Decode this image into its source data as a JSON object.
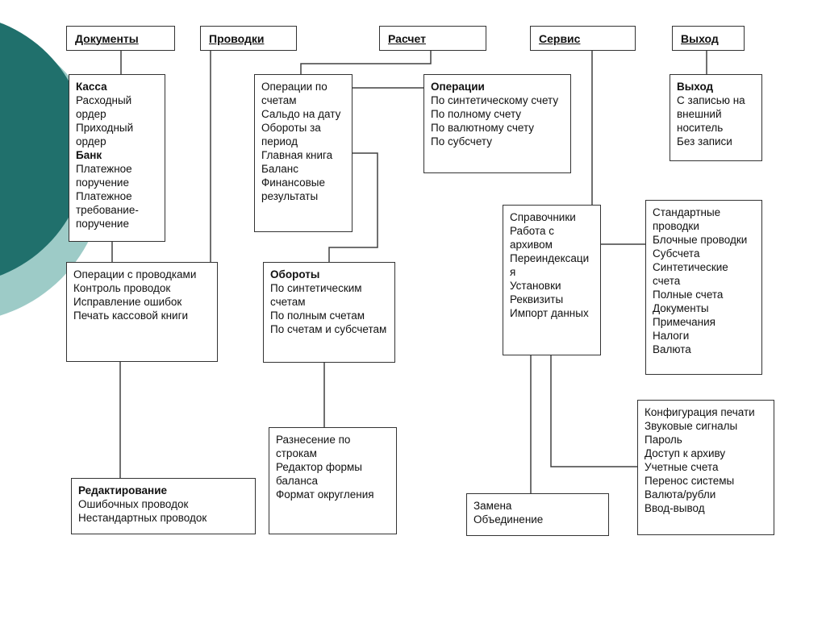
{
  "colors": {
    "circle_dark": "#20706C",
    "circle_light": "#9DCBC7",
    "connector": "#404040",
    "border": "#333333",
    "text": "#111111"
  },
  "menus": [
    {
      "label": "Документы"
    },
    {
      "label": "Проводки"
    },
    {
      "label": "Расчет"
    },
    {
      "label": "Сервис"
    },
    {
      "label": "Выход"
    }
  ],
  "nodes": {
    "kassa": {
      "items": [
        {
          "text": "Касса",
          "bold": true
        },
        {
          "text": "Расходный ордер",
          "bold": false
        },
        {
          "text": "Приходный ордер",
          "bold": false
        },
        {
          "text": "Банк",
          "bold": true
        },
        {
          "text": "Платежное поручение",
          "bold": false
        },
        {
          "text": "Платежное требование-поручение",
          "bold": false
        }
      ]
    },
    "accounts": {
      "items": [
        {
          "text": "Операции по счетам",
          "bold": false
        },
        {
          "text": "Сальдо на дату",
          "bold": false
        },
        {
          "text": "Обороты за период",
          "bold": false
        },
        {
          "text": "Главная книга",
          "bold": false
        },
        {
          "text": "Баланс",
          "bold": false
        },
        {
          "text": "Финансовые результаты",
          "bold": false
        }
      ]
    },
    "operations": {
      "items": [
        {
          "text": "Операции",
          "bold": true
        },
        {
          "text": "По синтетическому счету",
          "bold": false
        },
        {
          "text": "По полному счету",
          "bold": false
        },
        {
          "text": "По валютному счету",
          "bold": false
        },
        {
          "text": "По субсчету",
          "bold": false
        }
      ]
    },
    "exit": {
      "items": [
        {
          "text": "Выход",
          "bold": true
        },
        {
          "text": "С записью на внешний носитель",
          "bold": false
        },
        {
          "text": "Без записи",
          "bold": false
        }
      ]
    },
    "directories": {
      "items": [
        {
          "text": "Справочники",
          "bold": false
        },
        {
          "text": "Работа с архивом",
          "bold": false
        },
        {
          "text": "Переиндексация",
          "bold": false
        },
        {
          "text": "Установки",
          "bold": false
        },
        {
          "text": "Реквизиты",
          "bold": false
        },
        {
          "text": "Импорт данных",
          "bold": false
        }
      ]
    },
    "standard": {
      "items": [
        {
          "text": "Стандартные проводки",
          "bold": false
        },
        {
          "text": "Блочные проводки",
          "bold": false
        },
        {
          "text": "Субсчета",
          "bold": false
        },
        {
          "text": "Синтетические счета",
          "bold": false
        },
        {
          "text": "Полные счета",
          "bold": false
        },
        {
          "text": "Документы",
          "bold": false
        },
        {
          "text": "Примечания",
          "bold": false
        },
        {
          "text": "Налоги",
          "bold": false
        },
        {
          "text": "Валюта",
          "bold": false
        }
      ]
    },
    "postingops": {
      "items": [
        {
          "text": "Операции с проводками",
          "bold": false
        },
        {
          "text": "Контроль проводок",
          "bold": false
        },
        {
          "text": "Исправление ошибок",
          "bold": false
        },
        {
          "text": "Печать кассовой книги",
          "bold": false
        }
      ]
    },
    "turnovers": {
      "items": [
        {
          "text": "Обороты",
          "bold": true
        },
        {
          "text": "По синтетическим счетам",
          "bold": false
        },
        {
          "text": "По полным счетам",
          "bold": false
        },
        {
          "text": "По счетам и субсчетам",
          "bold": false
        }
      ]
    },
    "breakdown": {
      "items": [
        {
          "text": "Разнесение по строкам",
          "bold": false
        },
        {
          "text": "Редактор формы баланса",
          "bold": false
        },
        {
          "text": "Формат округления",
          "bold": false
        }
      ]
    },
    "editing": {
      "items": [
        {
          "text": "Редактирование",
          "bold": true
        },
        {
          "text": "Ошибочных проводок",
          "bold": false
        },
        {
          "text": "Нестандартных проводок",
          "bold": false
        }
      ]
    },
    "replace": {
      "items": [
        {
          "text": "Замена",
          "bold": false
        },
        {
          "text": "Объединение",
          "bold": false
        }
      ]
    },
    "config": {
      "items": [
        {
          "text": "Конфигурация печати",
          "bold": false
        },
        {
          "text": "Звуковые сигналы",
          "bold": false
        },
        {
          "text": "Пароль",
          "bold": false
        },
        {
          "text": "Доступ к архиву",
          "bold": false
        },
        {
          "text": "Учетные счета",
          "bold": false
        },
        {
          "text": "Перенос системы",
          "bold": false
        },
        {
          "text": "Валюта/рубли",
          "bold": false
        },
        {
          "text": "Ввод-вывод",
          "bold": false
        }
      ]
    }
  }
}
